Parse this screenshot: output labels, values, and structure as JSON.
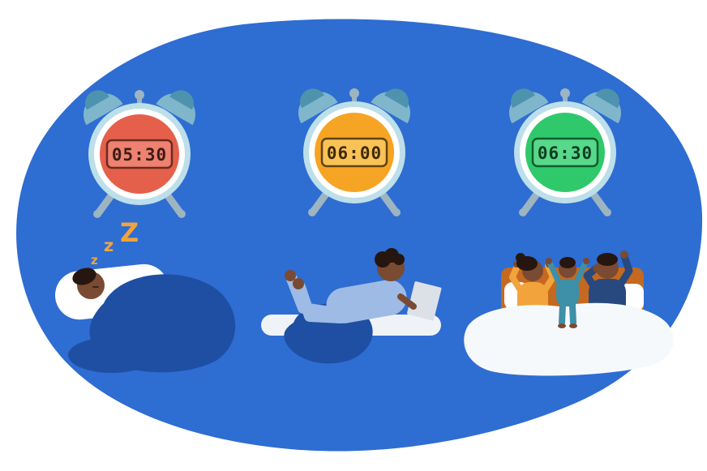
{
  "illustration": {
    "blob_color": "#2E6DD2",
    "z_color": "#F2A33C",
    "clocks": [
      {
        "time": "05:30",
        "face_color": "#E4604B",
        "display_bg": "#EE8170",
        "display_border": "#6B2A1F",
        "digit_color": "#3A1D14"
      },
      {
        "time": "06:00",
        "face_color": "#F6A423",
        "display_bg": "#F9C257",
        "display_border": "#5F4410",
        "digit_color": "#3F2A06"
      },
      {
        "time": "06:30",
        "face_color": "#2FC96B",
        "display_bg": "#57D88B",
        "display_border": "#115C2D",
        "digit_color": "#0D3D20"
      }
    ],
    "clock_style": {
      "bell_color": "#7FB6CB",
      "bell_cap_color": "#4E93AE",
      "rim_color": "#BCDFEA",
      "ring_color": "#FFFFFF",
      "leg_color": "#9DB4C1"
    },
    "sleep_zs": [
      {
        "char": "z"
      },
      {
        "char": "z"
      },
      {
        "char": "Z"
      }
    ],
    "scenes": [
      {
        "name": "person-sleeping-under-blanket"
      },
      {
        "name": "person-reading-lying-on-stomach"
      },
      {
        "name": "family-waking-up-in-bed"
      }
    ],
    "palette": {
      "pillow_white": "#FFFFFF",
      "skin_tone": "#7A4A32",
      "hair_dark": "#26160F",
      "blanket_navy": "#1E4FA3",
      "mat_light": "#EFF3F7",
      "pajama_light_blue": "#9DBBE4",
      "paper_grey": "#DCE1E8",
      "headboard_orange": "#C4691F",
      "woman_top_orange": "#F2A33C",
      "child_pajama_teal": "#3E8FA8",
      "man_shirt_navy": "#27497F",
      "bed_blanket_white": "#F6F9FC"
    }
  }
}
